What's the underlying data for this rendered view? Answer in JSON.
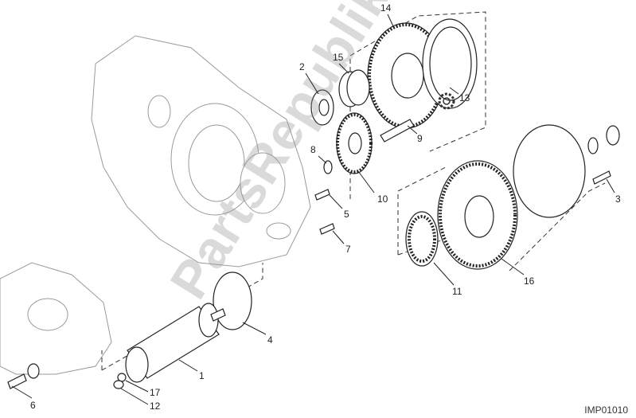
{
  "diagram": {
    "code": "IMP01010",
    "watermark": "PartsRepublik",
    "labels": {
      "l1": "1",
      "l2": "2",
      "l3": "3",
      "l4": "4",
      "l5": "5",
      "l6": "6",
      "l7": "7",
      "l8": "8",
      "l9": "9",
      "l10": "10",
      "l11": "11",
      "l12": "12",
      "l13": "13",
      "l14": "14",
      "l15": "15",
      "l16": "16",
      "l17": "17"
    }
  }
}
